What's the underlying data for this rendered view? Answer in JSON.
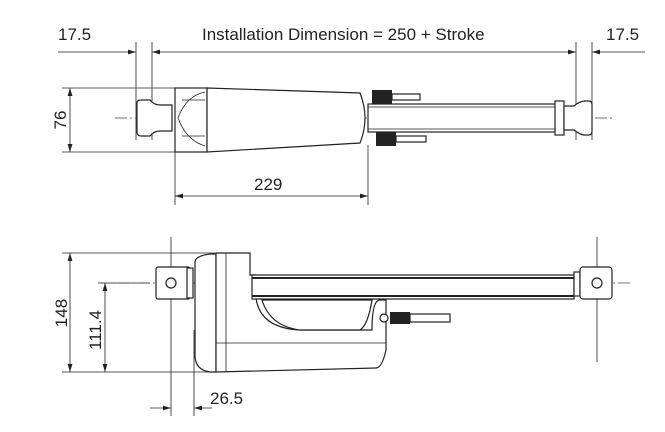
{
  "top_view": {
    "left_end_dim": "17.5",
    "installation_label": "Installation Dimension = 250 + Stroke",
    "right_end_dim": "17.5",
    "height_dim": "76",
    "motor_length_dim": "229"
  },
  "side_view": {
    "total_height_dim": "148",
    "axis_height_dim": "111.4",
    "offset_dim": "26.5"
  },
  "colors": {
    "line": "#222222",
    "background": "#ffffff"
  }
}
